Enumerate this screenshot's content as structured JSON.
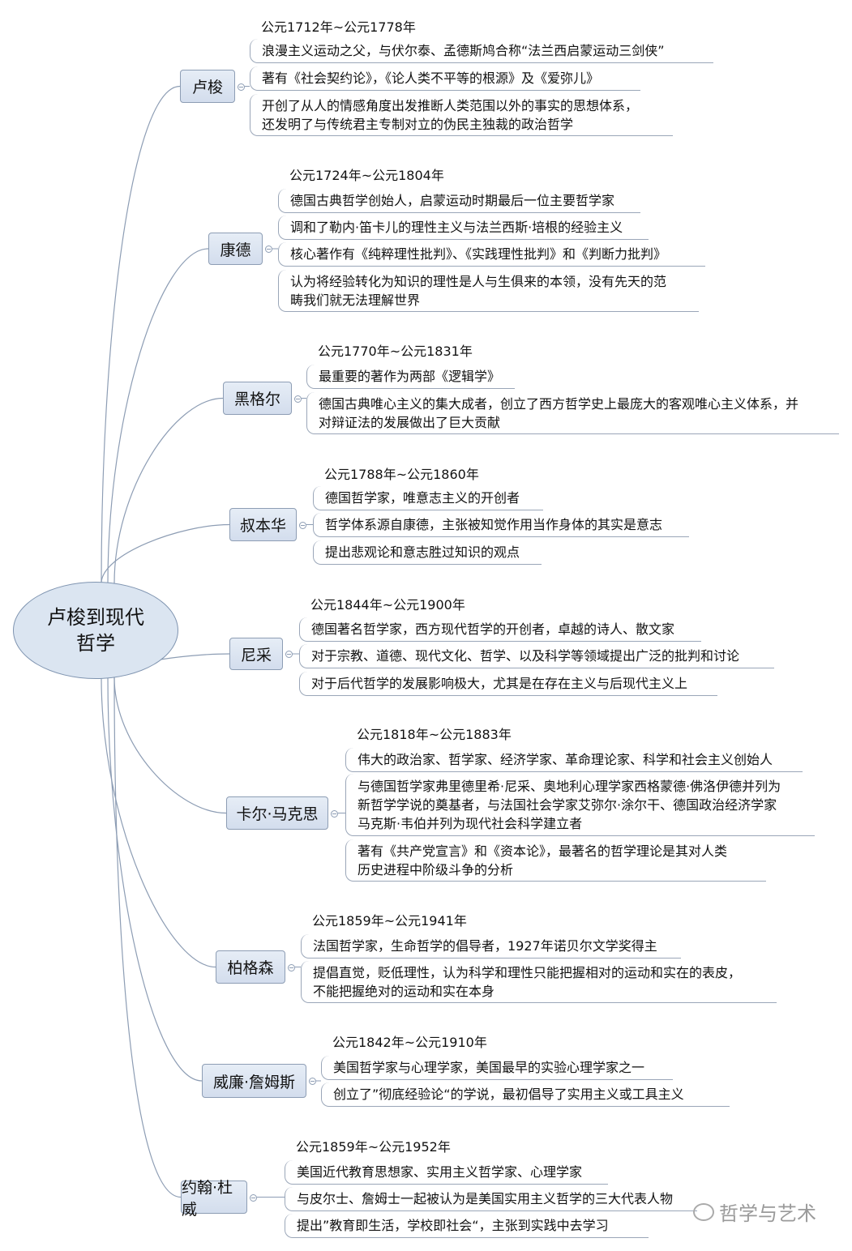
{
  "center": {
    "title": "卢梭到现代\n哲学"
  },
  "branches": [
    {
      "name": "卢梭",
      "date": "公元1712年~公元1778年",
      "items": [
        "浪漫主义运动之父，与伏尔泰、孟德斯鸠合称“法兰西启蒙运动三剑侠”",
        "著有《社会契约论》，《论人类不平等的根源》及《爱弥儿》",
        "开创了从人的情感角度出发推断人类范围以外的事实的思想体系，\n还发明了与传统君主专制对立的伪民主独裁的政治哲学"
      ]
    },
    {
      "name": "康德",
      "date": "公元1724年~公元1804年",
      "items": [
        "德国古典哲学创始人，启蒙运动时期最后一位主要哲学家",
        "调和了勒内·笛卡儿的理性主义与法兰西斯·培根的经验主义",
        "核心著作有《纯粹理性批判》、《实践理性批判》和《判断力批判》",
        "认为将经验转化为知识的理性是人与生俱来的本领，没有先天的范\n畴我们就无法理解世界"
      ]
    },
    {
      "name": "黑格尔",
      "date": "公元1770年~公元1831年",
      "items": [
        "最重要的著作为两部《逻辑学》",
        "德国古典唯心主义的集大成者，创立了西方哲学史上最庞大的客观唯心主义体系，并\n对辩证法的发展做出了巨大贡献"
      ]
    },
    {
      "name": "叔本华",
      "date": "公元1788年~公元1860年",
      "items": [
        "德国哲学家，唯意志主义的开创者",
        "哲学体系源自康德，主张被知觉作用当作身体的其实是意志",
        "提出悲观论和意志胜过知识的观点"
      ]
    },
    {
      "name": "尼采",
      "date": "公元1844年~公元1900年",
      "items": [
        "德国著名哲学家，西方现代哲学的开创者，卓越的诗人、散文家",
        "对于宗教、道德、现代文化、哲学、以及科学等领域提出广泛的批判和讨论",
        "对于后代哲学的发展影响极大，尤其是在存在主义与后现代主义上"
      ]
    },
    {
      "name": "卡尔·马克思",
      "date": "公元1818年~公元1883年",
      "items": [
        "伟大的政治家、哲学家、经济学家、革命理论家、科学和社会主义创始人",
        "与德国哲学家弗里德里希·尼采、奥地利心理学家西格蒙德·佛洛伊德并列为\n新哲学学说的奠基者，与法国社会学家艾弥尔·涂尔干、德国政治经济学家\n马克斯·韦伯并列为现代社会科学建立者",
        "著有《共产党宣言》和《资本论》，最著名的哲学理论是其对人类\n历史进程中阶级斗争的分析"
      ]
    },
    {
      "name": "柏格森",
      "date": "公元1859年~公元1941年",
      "items": [
        "法国哲学家，生命哲学的倡导者，1927年诺贝尔文学奖得主",
        "提倡直觉，贬低理性，认为科学和理性只能把握相对的运动和实在的表皮，\n不能把握绝对的运动和实在本身"
      ]
    },
    {
      "name": "威廉·詹姆斯",
      "date": "公元1842年~公元1910年",
      "items": [
        "美国哲学家与心理学家，美国最早的实验心理学家之一",
        "创立了”彻底经验论“的学说，最初倡导了实用主义或工具主义"
      ]
    },
    {
      "name": "约翰·杜威",
      "date": "公元1859年~公元1952年",
      "items": [
        "美国近代教育思想家、实用主义哲学家、心理学家",
        "与皮尔士、詹姆士一起被认为是美国实用主义哲学的三大代表人物",
        "提出”教育即生活，学校即社会“，主张到实践中去学习"
      ]
    }
  ],
  "watermark": "哲学与艺术"
}
